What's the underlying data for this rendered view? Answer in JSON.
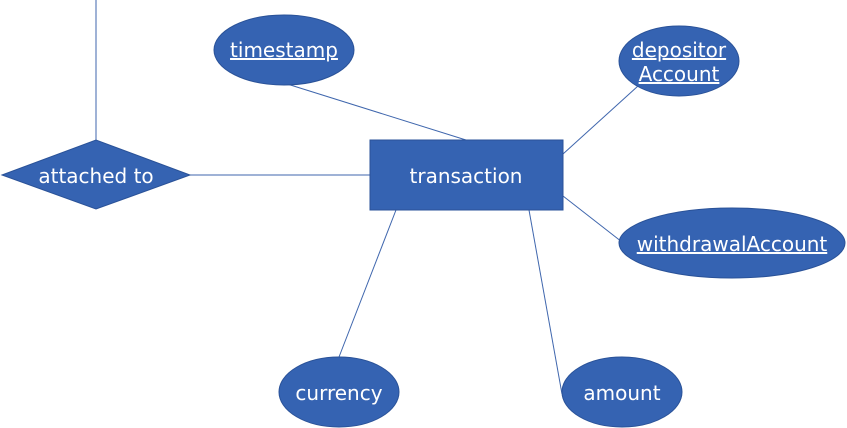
{
  "diagram": {
    "entity": {
      "label": "transaction"
    },
    "relationship": {
      "label": "attached to"
    },
    "attributes": [
      {
        "label": "timestamp",
        "key": true
      },
      {
        "label_line1": "depositor",
        "label_line2": "Account",
        "key": true
      },
      {
        "label": "withdrawalAccount",
        "key": true
      },
      {
        "label": "currency",
        "key": false
      },
      {
        "label": "amount",
        "key": false
      }
    ]
  },
  "colors": {
    "shape_fill": "#3563b2",
    "line": "#3f66ad",
    "text": "#ffffff",
    "background": "#ffffff"
  }
}
